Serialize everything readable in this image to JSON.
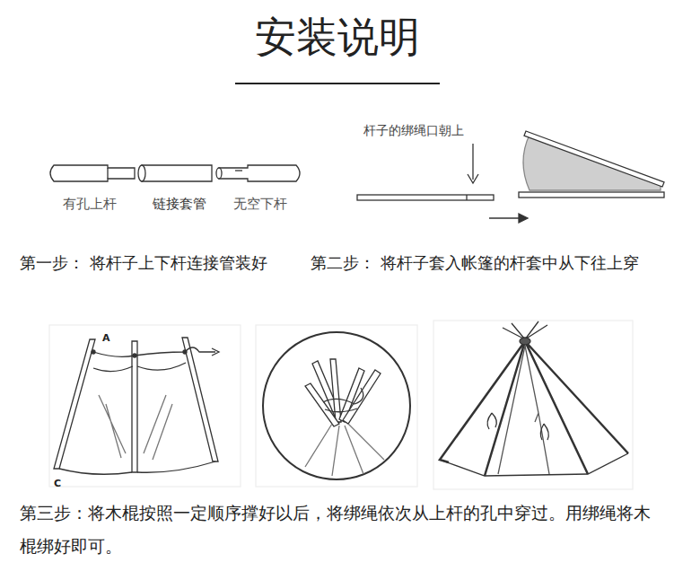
{
  "diagram": {
    "title": "安装说明",
    "labels": [
      "有孔上杆",
      "链接套管",
      "无空下杆",
      "杆子的绑绳口朝上",
      "第一步： 将杆子上下杆连接管装好",
      "第二步： 将杆子套入帐篷的杆套中从下往上穿",
      "A",
      "C",
      "第三步：将木棍按照一定顺序撑好以后，将绑绳依次从上杆的孔中穿过。用绑绳将木棍绑好即可。"
    ]
  }
}
